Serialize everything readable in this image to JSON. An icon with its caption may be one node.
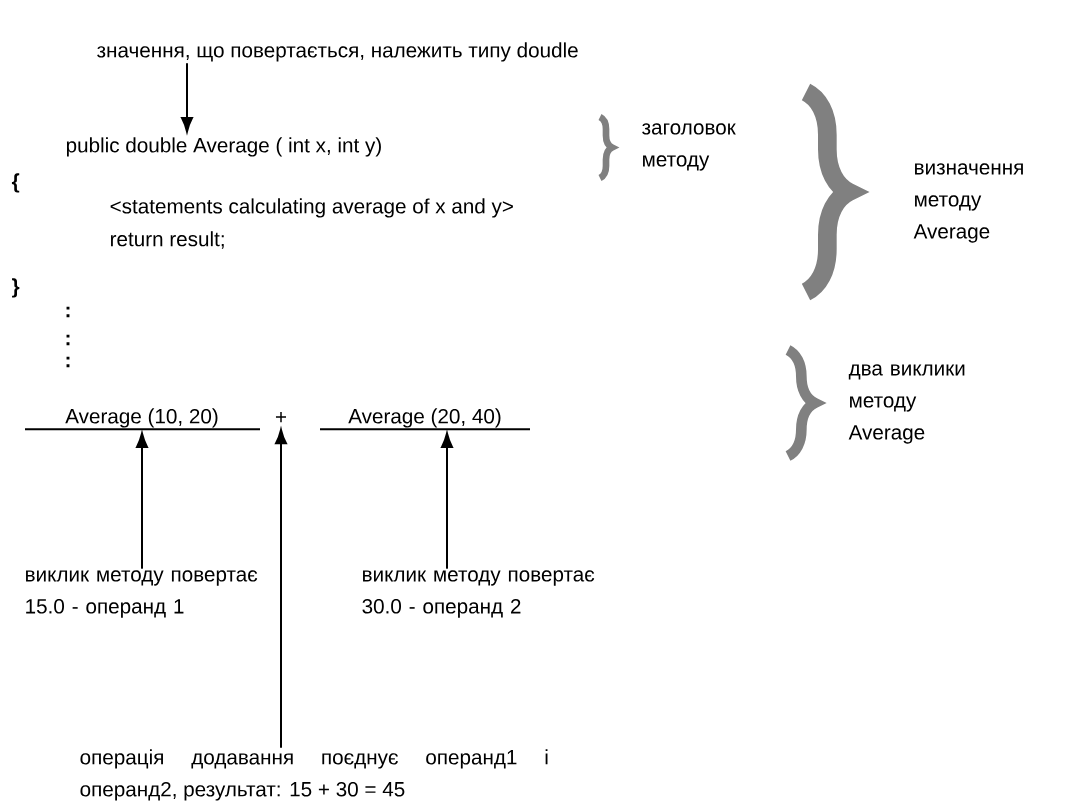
{
  "diagram": {
    "nodes": [
      {
        "text": [
          "значення, що повертається, належить типу doudle"
        ]
      },
      {
        "text": [
          "public   double   Average ( int  x,  int  y)"
        ]
      },
      {
        "text": [
          "Average (10, 20)"
        ]
      },
      {
        "text": [
          "+"
        ]
      },
      {
        "text": [
          "Average (20,  40)"
        ]
      },
      {
        "text": [
          "виклик методу повертає  15.0 - операнд 1"
        ]
      },
      {
        "text": [
          "виклик методу повертає  30.0 - операнд 2"
        ]
      },
      {
        "text": [
          "операція додавання поєднує операнд1 і операнд2, результат: 15 + 30 = 45"
        ]
      }
    ],
    "edges": [
      {
        "from": 0,
        "to": 1,
        "arrow": "to"
      },
      {
        "from": 5,
        "to": 2,
        "arrow": "to"
      },
      {
        "from": 7,
        "to": 3,
        "arrow": "to"
      },
      {
        "from": 6,
        "to": 4,
        "arrow": "to"
      }
    ],
    "labels": [
      "заголовок методу",
      "{",
      "<statements calculating average of x and y>",
      "визначення методу Average",
      "return result;",
      "}",
      ":",
      ":",
      ":",
      "два виклики методу Average"
    ]
  }
}
